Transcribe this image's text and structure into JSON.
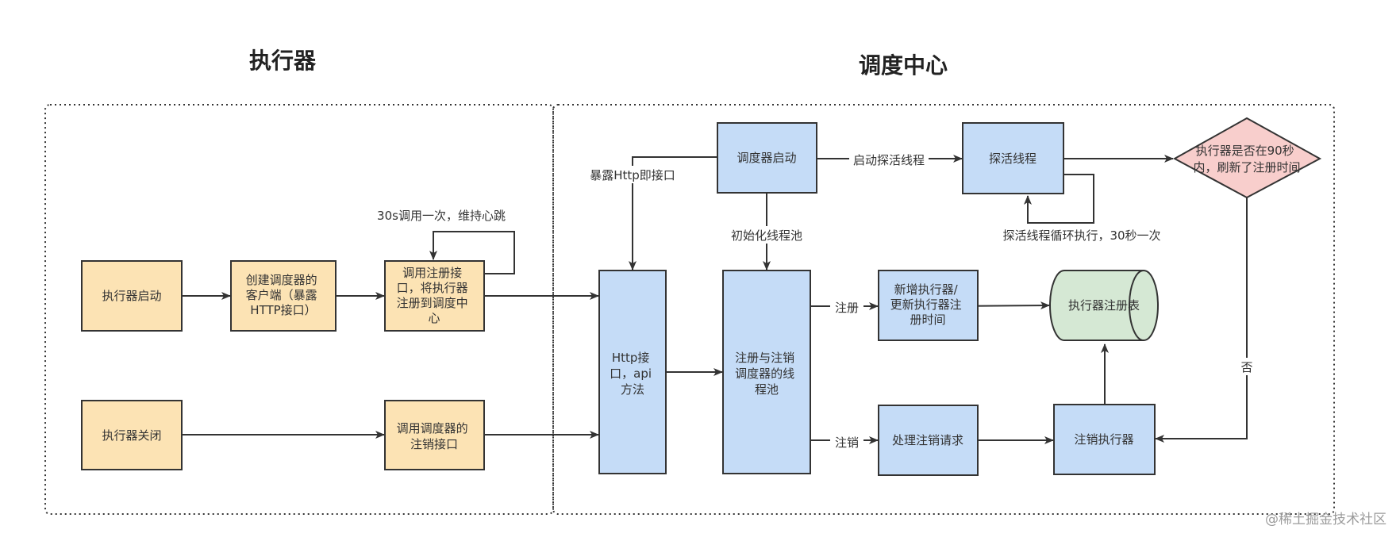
{
  "titles": {
    "executor": "执行器",
    "scheduler": "调度中心"
  },
  "nodes": {
    "exec_start": "执行器启动",
    "create_client": [
      "创建调度器的",
      "客户端（暴露",
      "HTTP接口）"
    ],
    "call_register": [
      "调用注册接",
      "口，将执行器",
      "注册到调度中",
      "心"
    ],
    "exec_close": "执行器关闭",
    "call_unregister": [
      "调用调度器的",
      "注销接口"
    ],
    "http_api": [
      "Http接",
      "口，api",
      "方法"
    ],
    "scheduler_start": "调度器启动",
    "register_pool": [
      "注册与注销",
      "调度器的线",
      "程池"
    ],
    "add_executor": [
      "新增执行器/",
      "更新执行器注",
      "册时间"
    ],
    "handle_unregister": "处理注销请求",
    "probe_thread": "探活线程",
    "registry_table": "执行器注册表",
    "unregister_executor": "注销执行器",
    "decision": [
      "执行器是否在90秒",
      "内，刷新了注册时间"
    ]
  },
  "edge_labels": {
    "heartbeat": "30s调用一次，维持心跳",
    "expose_http": "暴露Http即接口",
    "start_probe": "启动探活线程",
    "init_pool": "初始化线程池",
    "probe_loop": "探活线程循环执行，30秒一次",
    "register": "注册",
    "unregister": "注销",
    "no": "否"
  },
  "watermark": "@稀土掘金技术社区",
  "colors": {
    "executor_fill": "#fce3b4",
    "scheduler_fill": "#c5dcf7",
    "table_fill": "#d5e8d4",
    "decision_fill": "#f8cecc"
  }
}
